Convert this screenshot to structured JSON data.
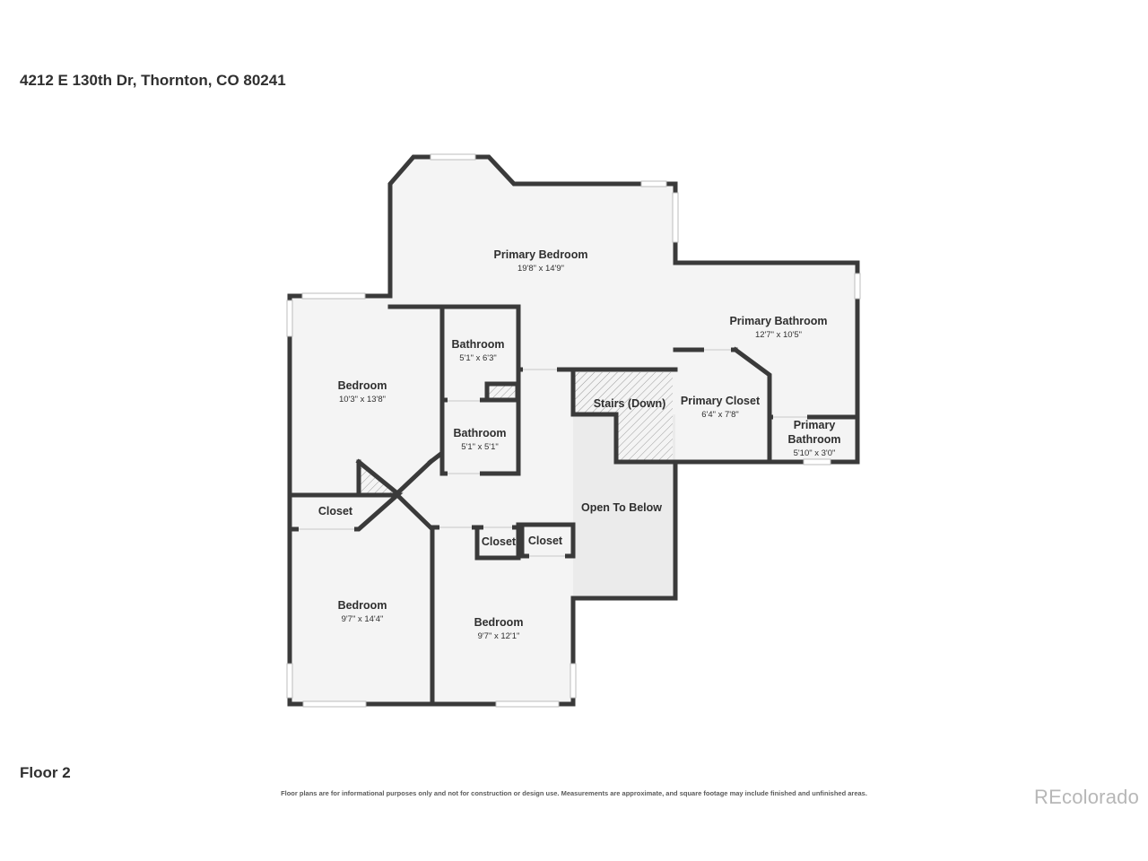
{
  "address": "4212 E 130th Dr, Thornton, CO 80241",
  "floor_label": "Floor 2",
  "disclaimer": "Floor plans are for informational purposes only and not for construction or design use. Measurements are approximate, and square footage may include finished and unfinished areas.",
  "brand": "REcolorado",
  "colors": {
    "wall": "#3a3a3a",
    "floor": "#f4f4f4",
    "open_below": "#ebebeb",
    "window": "#c8c8c8",
    "hatch": "#9a9a9a"
  },
  "rooms": {
    "primary_bedroom": {
      "name": "Primary Bedroom",
      "dims": "19'8\" x 14'9\""
    },
    "primary_bathroom": {
      "name": "Primary Bathroom",
      "dims": "12'7\" x 10'5\""
    },
    "bathroom_1": {
      "name": "Bathroom",
      "dims": "5'1\" x 6'3\""
    },
    "bathroom_2": {
      "name": "Bathroom",
      "dims": "5'1\" x 5'1\""
    },
    "bedroom_1": {
      "name": "Bedroom",
      "dims": "10'3\" x 13'8\""
    },
    "bedroom_2": {
      "name": "Bedroom",
      "dims": "9'7\" x 14'4\""
    },
    "bedroom_3": {
      "name": "Bedroom",
      "dims": "9'7\" x 12'1\""
    },
    "closet_1": {
      "name": "Closet"
    },
    "closet_2": {
      "name": "Closet"
    },
    "closet_3": {
      "name": "Closet"
    },
    "stairs": {
      "name": "Stairs (Down)"
    },
    "open_below": {
      "name": "Open To Below"
    },
    "primary_closet": {
      "name": "Primary Closet",
      "dims": "6'4\" x 7'8\""
    },
    "primary_bath_small": {
      "name_line1": "Primary",
      "name_line2": "Bathroom",
      "dims": "5'10\" x 3'0\""
    }
  }
}
